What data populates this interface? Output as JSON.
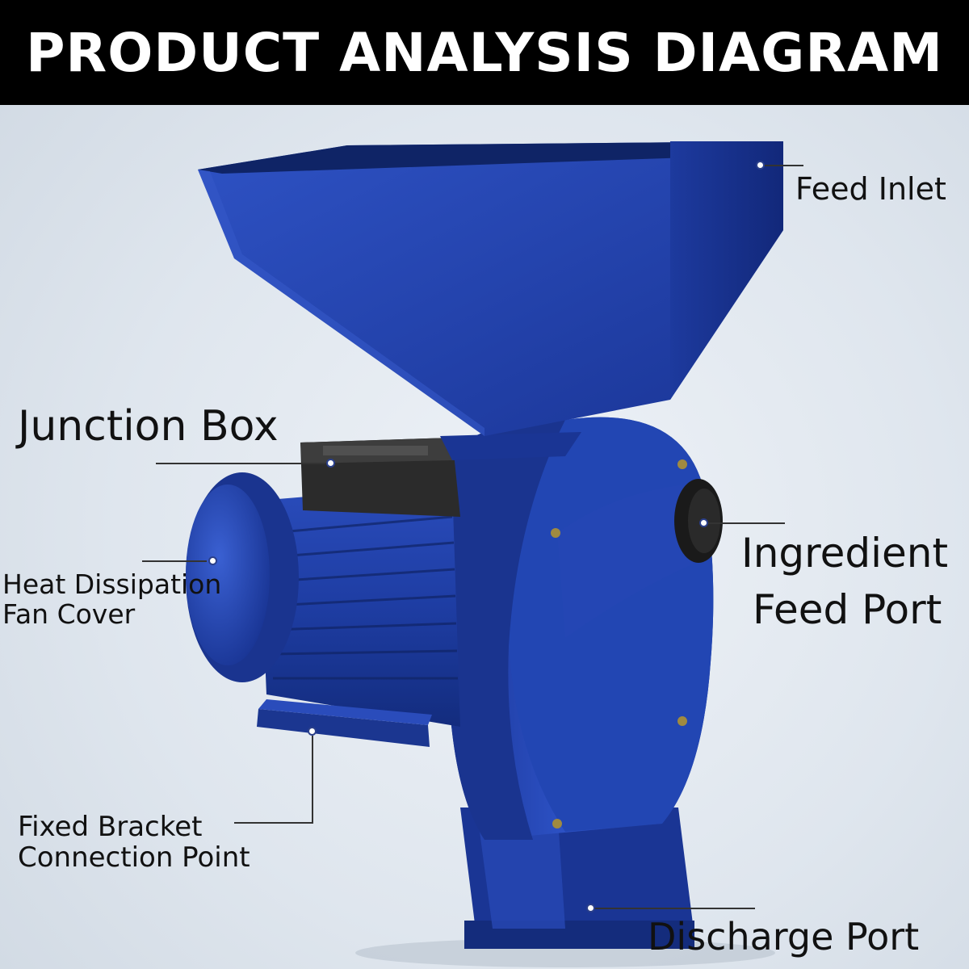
{
  "title": "PRODUCT ANALYSIS DIAGRAM",
  "callouts": {
    "feed_inlet": "Feed Inlet",
    "junction_box": "Junction Box",
    "ingredient_feed_port": {
      "line1": "Ingredient",
      "line2": "Feed Port"
    },
    "heat_dissipation": {
      "line1": "Heat Dissipation",
      "line2": "Fan Cover"
    },
    "fixed_bracket": {
      "line1": "Fixed Bracket",
      "line2": "Connection Point"
    },
    "discharge_port": "Discharge Port"
  },
  "colors": {
    "machine_blue": "#1f3fa6",
    "machine_dark": "#142a78",
    "title_bar": "#000000",
    "background": "#e3e9f0"
  }
}
